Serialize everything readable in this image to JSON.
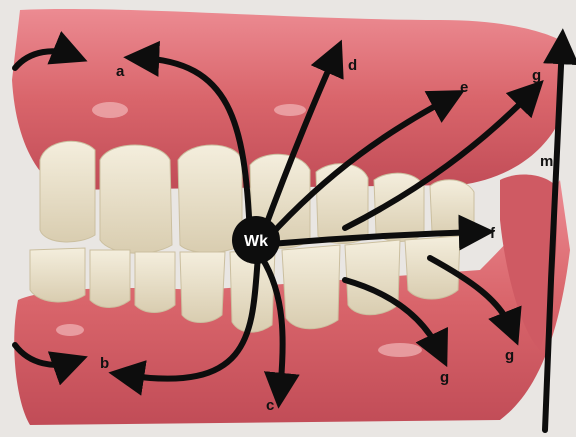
{
  "labels": {
    "center": "Wk",
    "a": "a",
    "b": "b",
    "c": "c",
    "d": "d",
    "e": "e",
    "f": "f",
    "g_top": "g",
    "g_bottom_1": "g",
    "g_bottom_2": "g",
    "m": "m"
  },
  "colors": {
    "background": "#e9e6e3",
    "gum": "#d9656b",
    "gum_dark": "#b8424c",
    "gum_light": "#ef9aa0",
    "tooth": "#efe6cf",
    "tooth_shadow": "#cfc3a4",
    "arrow": "#0d0d0d",
    "center_dot": "#0d0d0d"
  }
}
